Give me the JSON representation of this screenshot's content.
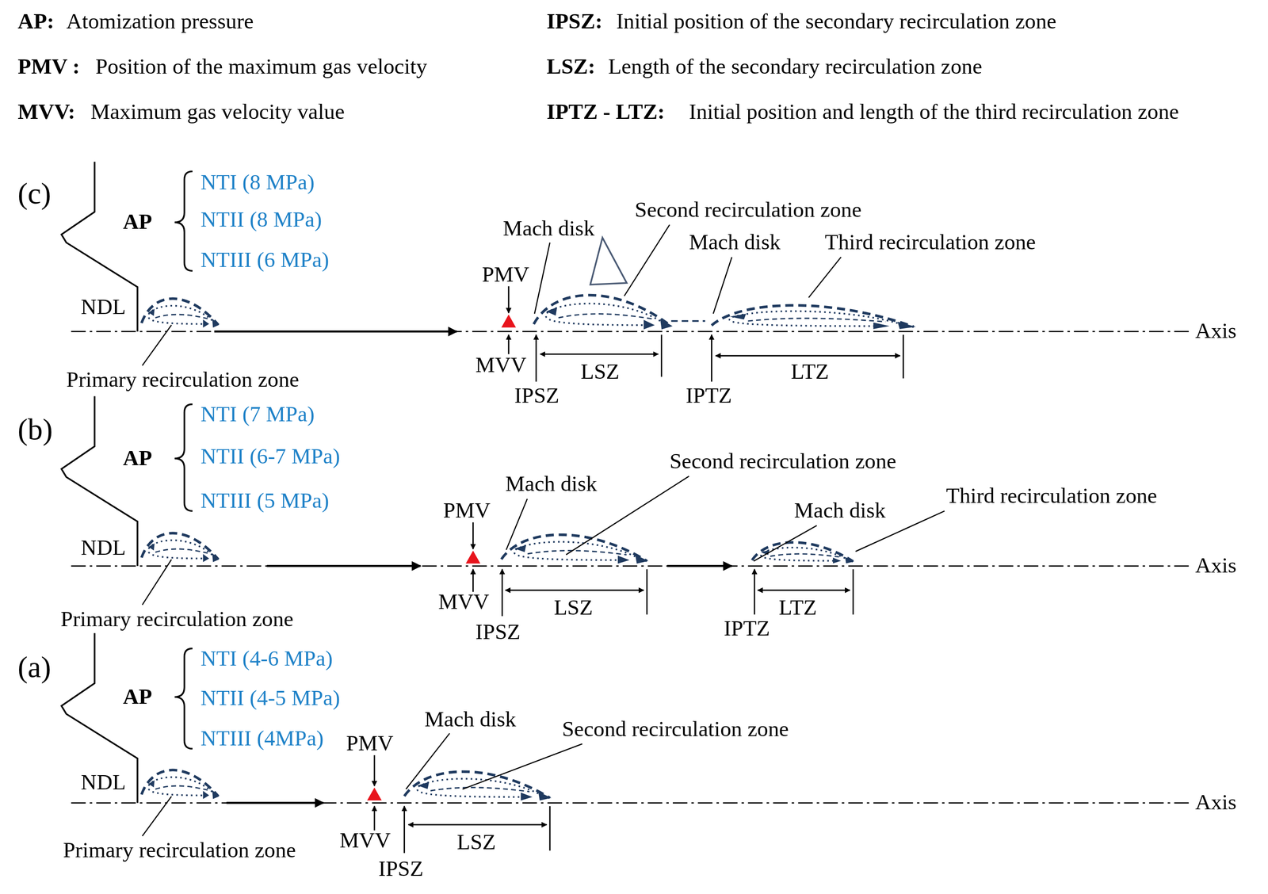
{
  "diagram": {
    "labels": [
      "AP:",
      "Atomization pressure",
      "PMV :",
      "Position of the maximum gas velocity",
      "MVV:",
      "Maximum gas velocity value",
      "IPSZ:",
      "Initial position of the secondary recirculation zone",
      "LSZ:",
      "Length of the secondary recirculation zone",
      "IPTZ - LTZ:",
      "Initial position and length of the third recirculation zone",
      "(c)",
      "AP",
      "NTI (8 MPa)",
      "NTII (8 MPa)",
      "NTIII (6 MPa)",
      "NDL",
      "Primary recirculation zone",
      "PMV",
      "MVV",
      "Mach disk",
      "Second recirculation zone",
      "IPSZ",
      "LSZ",
      "Mach disk",
      "Third recirculation zone",
      "IPTZ",
      "LTZ",
      "Axis",
      "(b)",
      "AP",
      "NTI (7 MPa)",
      "NTII (6-7 MPa)",
      "NTIII (5 MPa)",
      "NDL",
      "Primary recirculation zone",
      "PMV",
      "MVV",
      "Mach disk",
      "Second recirculation zone",
      "IPSZ",
      "LSZ",
      "Mach disk",
      "Third recirculation zone",
      "IPTZ",
      "LTZ",
      "Axis",
      "(a)",
      "AP",
      "NTI (4-6 MPa)",
      "NTII (4-5 MPa)",
      "NTIII (4MPa)",
      "NDL",
      "Primary recirculation zone",
      "PMV",
      "MVV",
      "Mach disk",
      "Second recirculation zone",
      "IPSZ",
      "LSZ",
      "Axis"
    ]
  }
}
